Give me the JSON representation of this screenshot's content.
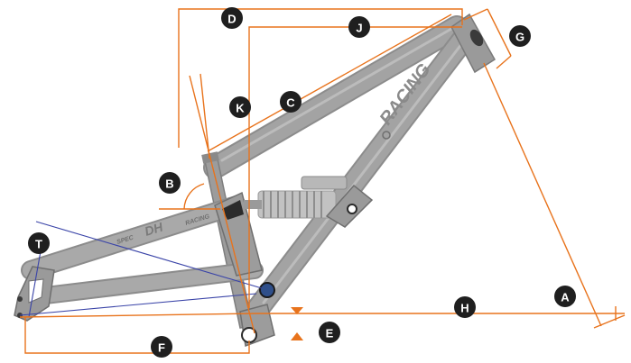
{
  "colors": {
    "dimension_line": "#e8731c",
    "reference_line": "#3a44a8",
    "badge_fill": "#1f1f1f",
    "frame_fill": "#a3a3a3",
    "frame_edge": "#8c8c8c",
    "frame_dark": "#2b2b2b",
    "background": "#ffffff"
  },
  "frame": {
    "downtube_decal": "RACING",
    "seatstay_decal_left": "SPEC",
    "seatstay_decal_mid": "DH",
    "seatstay_decal_right": "RACING"
  },
  "labels": {
    "A": "A",
    "B": "B",
    "C": "C",
    "D": "D",
    "E": "E",
    "F": "F",
    "G": "G",
    "H": "H",
    "J": "J",
    "K": "K",
    "T": "T"
  }
}
